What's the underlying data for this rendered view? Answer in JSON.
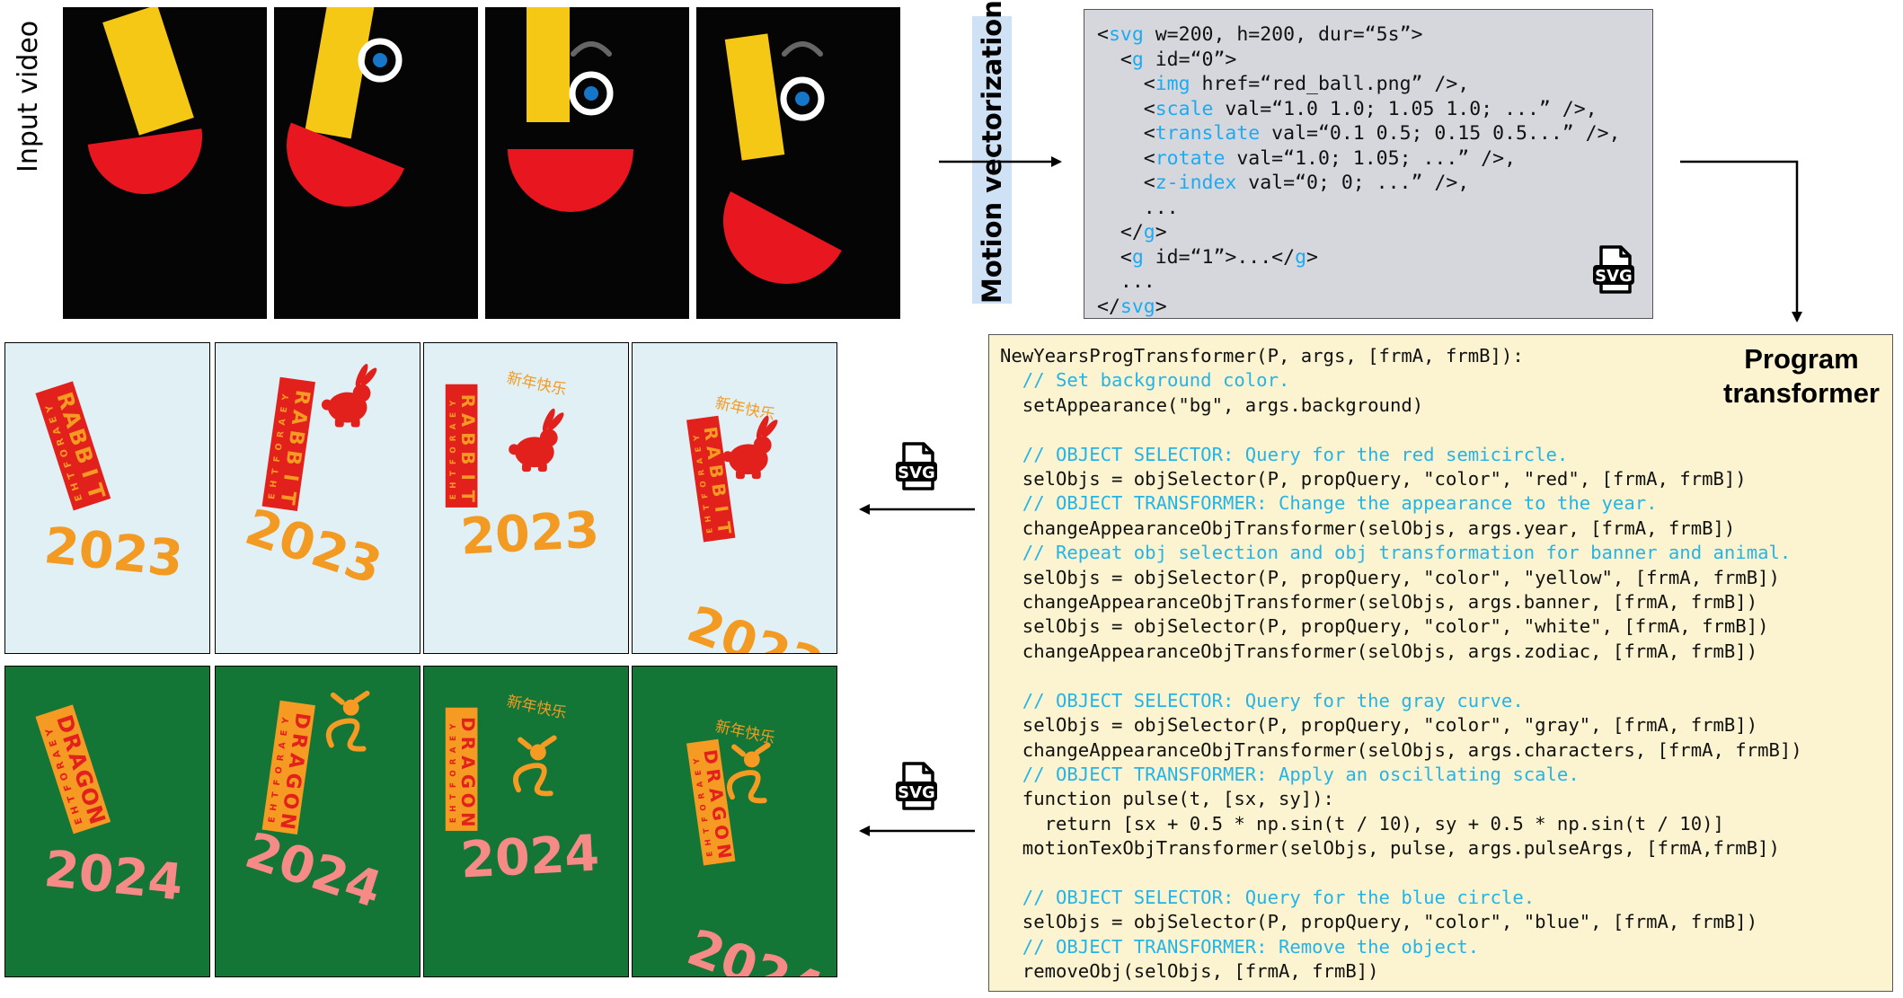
{
  "input": {
    "label": "Input video"
  },
  "motion": {
    "label": "Motion vectorization"
  },
  "svg_code": {
    "lines": [
      [
        {
          "t": "<"
        },
        {
          "t": "svg",
          "k": 1
        },
        {
          "t": " w=200, h=200, dur=“5s”>"
        }
      ],
      [
        {
          "t": "  <"
        },
        {
          "t": "g",
          "k": 1
        },
        {
          "t": " id=“0”>"
        }
      ],
      [
        {
          "t": "    <"
        },
        {
          "t": "img",
          "k": 1
        },
        {
          "t": " href=“red_ball.png” />,"
        }
      ],
      [
        {
          "t": "    <"
        },
        {
          "t": "scale",
          "k": 1
        },
        {
          "t": " val=“1.0 1.0; 1.05 1.0; ...” />,"
        }
      ],
      [
        {
          "t": "    <"
        },
        {
          "t": "translate",
          "k": 1
        },
        {
          "t": " val=“0.1 0.5; 0.15 0.5...” />,"
        }
      ],
      [
        {
          "t": "    <"
        },
        {
          "t": "rotate",
          "k": 1
        },
        {
          "t": " val=“1.0; 1.05; ...” />,"
        }
      ],
      [
        {
          "t": "    <"
        },
        {
          "t": "z-index",
          "k": 1
        },
        {
          "t": " val=“0; 0; ...” />,"
        }
      ],
      [
        {
          "t": "    ..."
        }
      ],
      [
        {
          "t": "  </"
        },
        {
          "t": "g",
          "k": 1
        },
        {
          "t": ">"
        }
      ],
      [
        {
          "t": "  <"
        },
        {
          "t": "g",
          "k": 1
        },
        {
          "t": " id=“1”>...</"
        },
        {
          "t": "g",
          "k": 1
        },
        {
          "t": ">"
        }
      ],
      [
        {
          "t": "  ..."
        }
      ],
      [
        {
          "t": "</"
        },
        {
          "t": "svg",
          "k": 1
        },
        {
          "t": ">"
        }
      ]
    ],
    "badge_text": "SVG"
  },
  "program": {
    "title_line1": "Program",
    "title_line2": "transformer",
    "lines": [
      {
        "t": "NewYearsProgTransformer(P, args, [frmA, frmB]):"
      },
      {
        "t": "  // Set background color.",
        "c": 1
      },
      {
        "t": "  setAppearance(\"bg\", args.background)"
      },
      {
        "t": ""
      },
      {
        "t": "  // OBJECT SELECTOR: Query for the red semicircle.",
        "c": 1
      },
      {
        "t": "  selObjs = objSelector(P, propQuery, \"color\", \"red\", [frmA, frmB])"
      },
      {
        "t": "  // OBJECT TRANSFORMER: Change the appearance to the year.",
        "c": 1
      },
      {
        "t": "  changeAppearanceObjTransformer(selObjs, args.year, [frmA, frmB])"
      },
      {
        "t": "  // Repeat obj selection and obj transformation for banner and animal.",
        "c": 1
      },
      {
        "t": "  selObjs = objSelector(P, propQuery, \"color\", \"yellow\", [frmA, frmB])"
      },
      {
        "t": "  changeAppearanceObjTransformer(selObjs, args.banner, [frmA, frmB])"
      },
      {
        "t": "  selObjs = objSelector(P, propQuery, \"color\", \"white\", [frmA, frmB])"
      },
      {
        "t": "  changeAppearanceObjTransformer(selObjs, args.zodiac, [frmA, frmB])"
      },
      {
        "t": ""
      },
      {
        "t": "  // OBJECT SELECTOR: Query for the gray curve.",
        "c": 1
      },
      {
        "t": "  selObjs = objSelector(P, propQuery, \"color\", \"gray\", [frmA, frmB])"
      },
      {
        "t": "  changeAppearanceObjTransformer(selObjs, args.characters, [frmA, frmB])"
      },
      {
        "t": "  // OBJECT TRANSFORMER: Apply an oscillating scale.",
        "c": 1
      },
      {
        "t": "  function pulse(t, [sx, sy]):"
      },
      {
        "t": "    return [sx + 0.5 * np.sin(t / 10), sy + 0.5 * np.sin(t / 10)]"
      },
      {
        "t": "  motionTexObjTransformer(selObjs, pulse, args.pulseArgs, [frmA,frmB])"
      },
      {
        "t": ""
      },
      {
        "t": "  // OBJECT SELECTOR: Query for the blue circle.",
        "c": 1
      },
      {
        "t": "  selObjs = objSelector(P, propQuery, \"color\", \"blue\", [frmA, frmB])"
      },
      {
        "t": "  // OBJECT TRANSFORMER: Remove the object.",
        "c": 1
      },
      {
        "t": "  removeObj(selObjs, [frmA, frmB])"
      }
    ]
  },
  "rabbit": {
    "banner_line1": "YEAR OF THE",
    "banner_line2": "RABBIT",
    "year": "2023",
    "greeting": "新年快乐",
    "badge_text": "SVG"
  },
  "dragon": {
    "banner_line1": "YEAR OF THE",
    "banner_line2": "DRAGON",
    "year": "2024",
    "greeting": "新年快乐",
    "badge_text": "SVG"
  },
  "colors": {
    "frame_bg": "#050505",
    "yellow": "#f5c816",
    "red": "#e8161f",
    "rabbit_bg": "#e0f0f5",
    "rabbit_banner": "#e2201c",
    "rabbit_banner_text": "#f59a23",
    "rabbit_year": "#f39a22",
    "dragon_bg": "#137636",
    "dragon_banner": "#f59a23",
    "dragon_banner_text": "#e2201c",
    "dragon_year": "#f58a86",
    "code_bg": "#d5d7dc",
    "program_bg": "#fcf3d0",
    "motion_label_bg": "#cfe1f5",
    "keyword": "#1eaaf1"
  }
}
